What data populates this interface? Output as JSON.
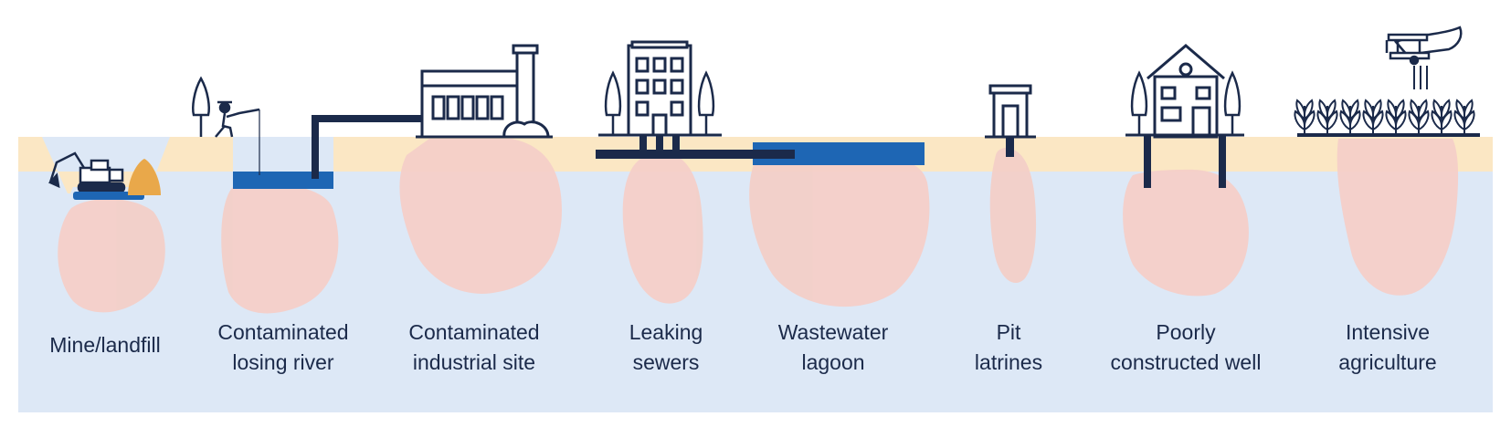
{
  "colors": {
    "aquifer": "#dde8f6",
    "soil": "#fbe7c4",
    "plume": "#f4cfc8",
    "water": "#1e66b4",
    "dark": "#1b2a4a",
    "crop": "#e9a84a"
  },
  "sources": [
    {
      "id": "mine-landfill",
      "lines": [
        "Mine/landfill"
      ]
    },
    {
      "id": "losing-river",
      "lines": [
        "Contaminated",
        "losing river"
      ]
    },
    {
      "id": "industrial-site",
      "lines": [
        "Contaminated",
        "industrial site"
      ]
    },
    {
      "id": "leaking-sewers",
      "lines": [
        "Leaking",
        "sewers"
      ]
    },
    {
      "id": "wastewater-lagoon",
      "lines": [
        "Wastewater",
        "lagoon"
      ]
    },
    {
      "id": "pit-latrines",
      "lines": [
        "Pit",
        "latrines"
      ]
    },
    {
      "id": "poor-well",
      "lines": [
        "Poorly",
        "constructed well"
      ]
    },
    {
      "id": "intensive-agriculture",
      "lines": [
        "Intensive",
        "agriculture"
      ]
    }
  ]
}
